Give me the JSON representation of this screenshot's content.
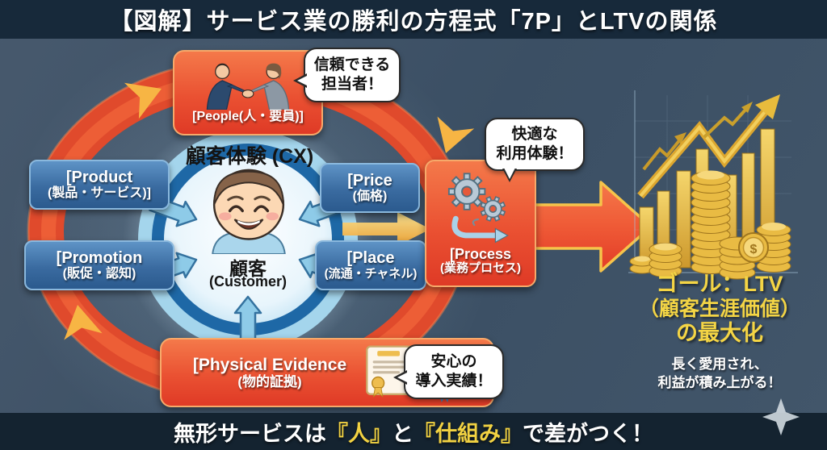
{
  "title": "【図解】サービス業の勝利の方程式「7P」とLTVの関係",
  "center": {
    "cx": "顧客体験 (CX)",
    "customer": "顧客",
    "customer_en": "(Customer)"
  },
  "boxes": {
    "people": {
      "label": "[People(人・要員)]"
    },
    "product": {
      "l1": "[Product",
      "l2": "(製品・サービス)]"
    },
    "promotion": {
      "l1": "[Promotion",
      "l2": "(販促・認知)"
    },
    "price": {
      "l1": "[Price",
      "l2": "(価格)"
    },
    "place": {
      "l1": "[Place",
      "l2": "(流通・チャネル)"
    },
    "process": {
      "l1": "[Process",
      "l2": "(業務プロセス)"
    },
    "physical": {
      "l1": "[Physical Evidence",
      "l2": "(物的証拠)"
    }
  },
  "bubbles": {
    "people": {
      "l1": "信頼できる",
      "l2": "担当者！"
    },
    "process": {
      "l1": "快適な",
      "l2": "利用体験！"
    },
    "physical": {
      "l1": "安心の",
      "l2": "導入実績！"
    }
  },
  "goal": {
    "l1": "ゴール：LTV",
    "l2": "（顧客生涯価値）",
    "l3": "の最大化",
    "sub1": "長く愛用され、",
    "sub2": "利益が積み上がる！",
    "dollar": "$"
  },
  "footer": {
    "t1": "無形サービスは",
    "h1": "『人』",
    "t2": "と",
    "h2": "『仕組み』",
    "t3": "で差がつく！"
  },
  "icons": {
    "handshake": "handshake-icon",
    "gears": "process-gears-icon",
    "certificate": "certificate-icon",
    "coins_chart": "coins-growth-chart-icon",
    "sparkle": "sparkle-icon",
    "customer_face": "customer-face-icon"
  },
  "colors": {
    "background": "#3e5268",
    "title_bar": "#17293a",
    "footer_bar": "#142330",
    "box_blue": "#2b5a8e",
    "box_orange": "#e8402a",
    "ring_red": "#e54a2c",
    "circle_blue": "#1e68a6",
    "accent_yellow": "#f2d242",
    "gold": "#e8b93f"
  }
}
